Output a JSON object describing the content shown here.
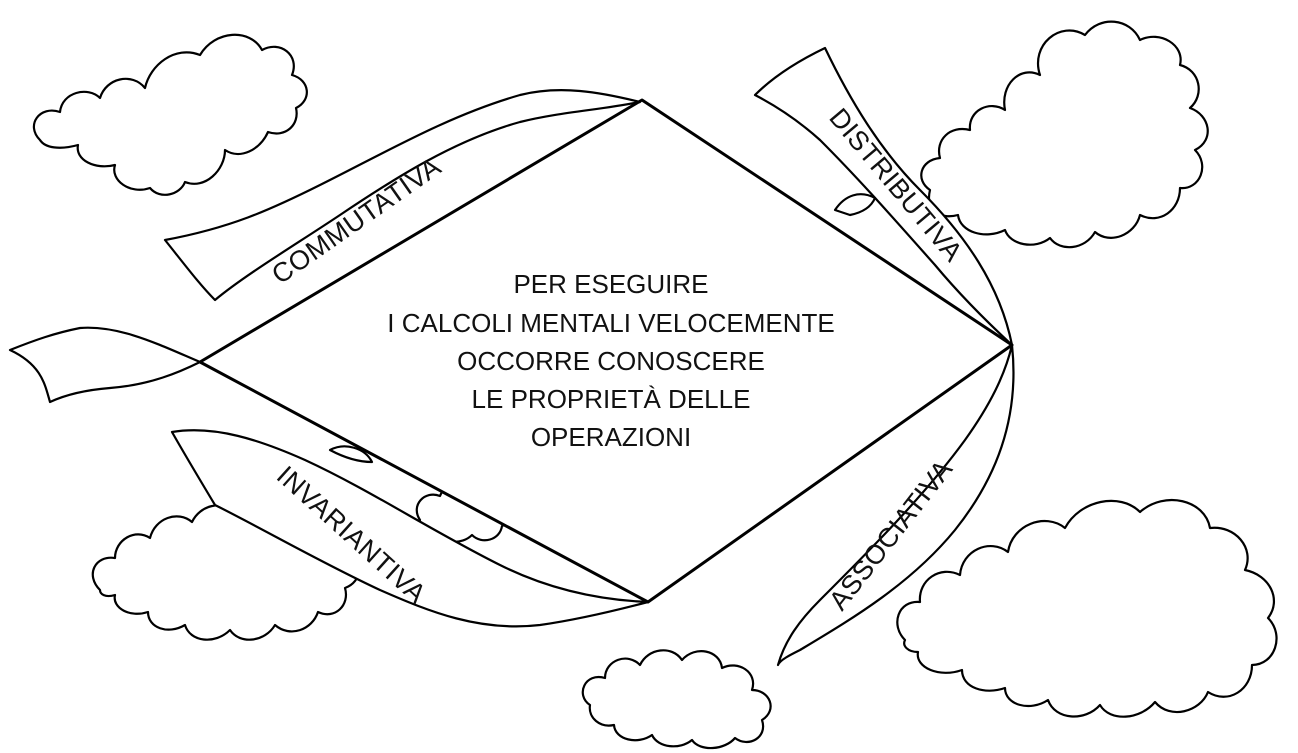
{
  "center_message": {
    "line1": "PER ESEGUIRE",
    "line2": "I CALCOLI MENTALI VELOCEMENTE",
    "line3": "OCCORRE CONOSCERE",
    "line4": "LE PROPRIETÀ DELLE",
    "line5": "OPERAZIONI"
  },
  "ribbons": {
    "commutativa": "COMMUTATIVA",
    "distributiva": "DISTRIBUTIVA",
    "invariantiva": "INVARIANTIVA",
    "associativa": "ASSOCIATIVA"
  }
}
